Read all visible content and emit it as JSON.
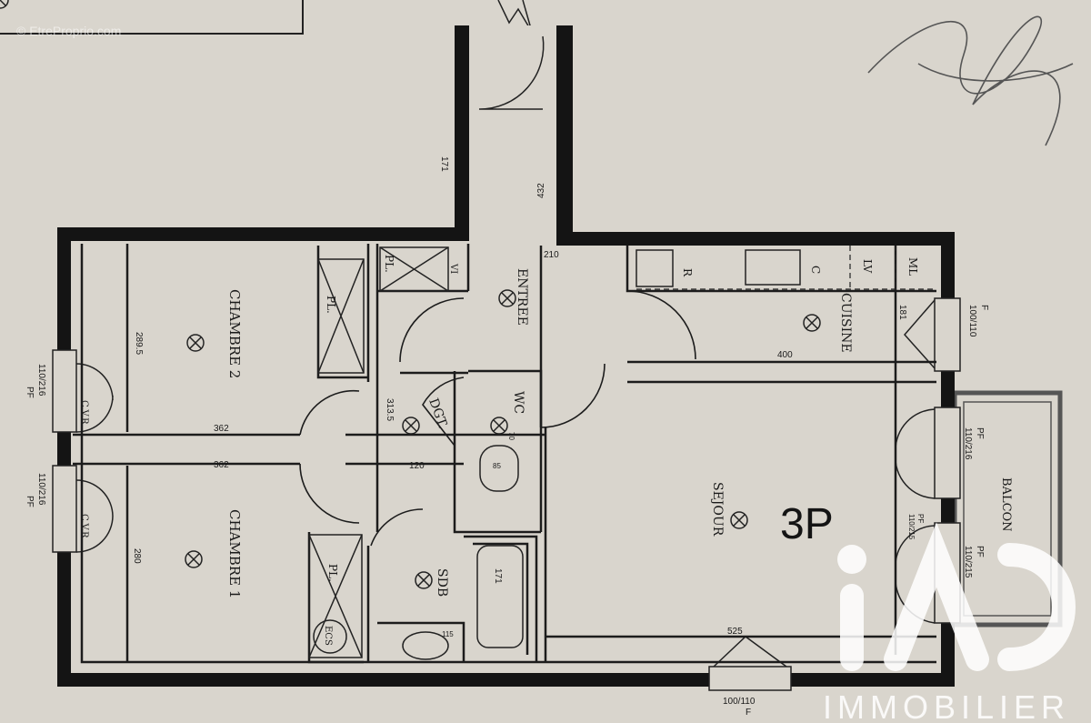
{
  "watermark": {
    "copyright": "© EtreProprio.com",
    "brand_logo": "iAD",
    "brand_name": "IMMOBILIER"
  },
  "colors": {
    "paper": "#d9d5cd",
    "walls": "#141414",
    "watermark": "#ffffff"
  },
  "plan": {
    "type_label": "3P",
    "rooms": {
      "entree": "ENTREE",
      "chambre2": "CHAMBRE 2",
      "chambre1": "CHAMBRE 1",
      "dgt": "DGT.",
      "wc": "WC",
      "sdb": "SDB",
      "sejour": "SEJOUR",
      "cuisine": "CUISINE",
      "balcon": "BALCON"
    },
    "fixtures": {
      "pl1": "PL.",
      "pl2": "PL.",
      "pl3": "PL.",
      "r": "R",
      "c": "C",
      "lv": "LV",
      "ml": "ML",
      "cvr1": "C.V.R",
      "cvr2": "C.V.R",
      "ecs": "ECS",
      "vmc": "VI"
    },
    "dimensions": {
      "d171": "171",
      "d432": "432",
      "d210": "210",
      "d289": "289.5",
      "d362a": "362",
      "d362b": "362",
      "d313": "313.5",
      "d120": "120",
      "d280": "280",
      "d400": "400",
      "d181": "181",
      "d525": "525",
      "d171b": "171",
      "d85": "85",
      "d70": "70",
      "d115": "115"
    },
    "openings": {
      "w1": "100/110",
      "w1t": "F",
      "w2": "110/216",
      "w2t": "PF",
      "w3": "110/216",
      "w3t": "PF",
      "w4": "110/216",
      "w4t": "PF",
      "w5": "110/215",
      "w5t": "PF",
      "w6": "110/215",
      "w6t": "PF",
      "w7": "100/110",
      "w7t": "F"
    }
  }
}
